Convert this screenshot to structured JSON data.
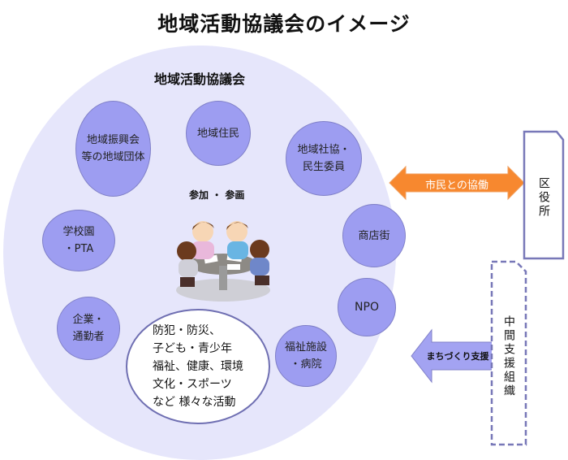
{
  "title": "地域活動協議会のイメージ",
  "council": {
    "label": "地域活動協議会",
    "participation_label": "参加 ・ 参画",
    "members": [
      {
        "lines": [
          "地域住民"
        ]
      },
      {
        "lines": [
          "地域振興会",
          "等の地域団体"
        ]
      },
      {
        "lines": [
          "地域社協・",
          "民生委員"
        ]
      },
      {
        "lines": [
          "学校園",
          "・PTA"
        ]
      },
      {
        "lines": [
          "商店街"
        ]
      },
      {
        "lines": [
          "NPO"
        ]
      },
      {
        "lines": [
          "企業・",
          "通勤者"
        ]
      },
      {
        "lines": [
          "福祉施設",
          "・病院"
        ]
      }
    ],
    "activities": [
      "防犯・防災、",
      "子ども・青少年",
      "福祉、健康、環境",
      "文化・スポーツ",
      "など 様々な活動"
    ]
  },
  "ward_office": {
    "label": "区役所",
    "arrow_label": "市民との協働"
  },
  "intermediary": {
    "label": "中間支援組織",
    "arrow_label": "まちづくり支援"
  },
  "colors": {
    "big_circle": "#e6e6fb",
    "member_circle": "#9d9df1",
    "collab_arrow": "#f7882f",
    "support_arrow": "#a3a3f2",
    "box_border": "#7878b8"
  }
}
